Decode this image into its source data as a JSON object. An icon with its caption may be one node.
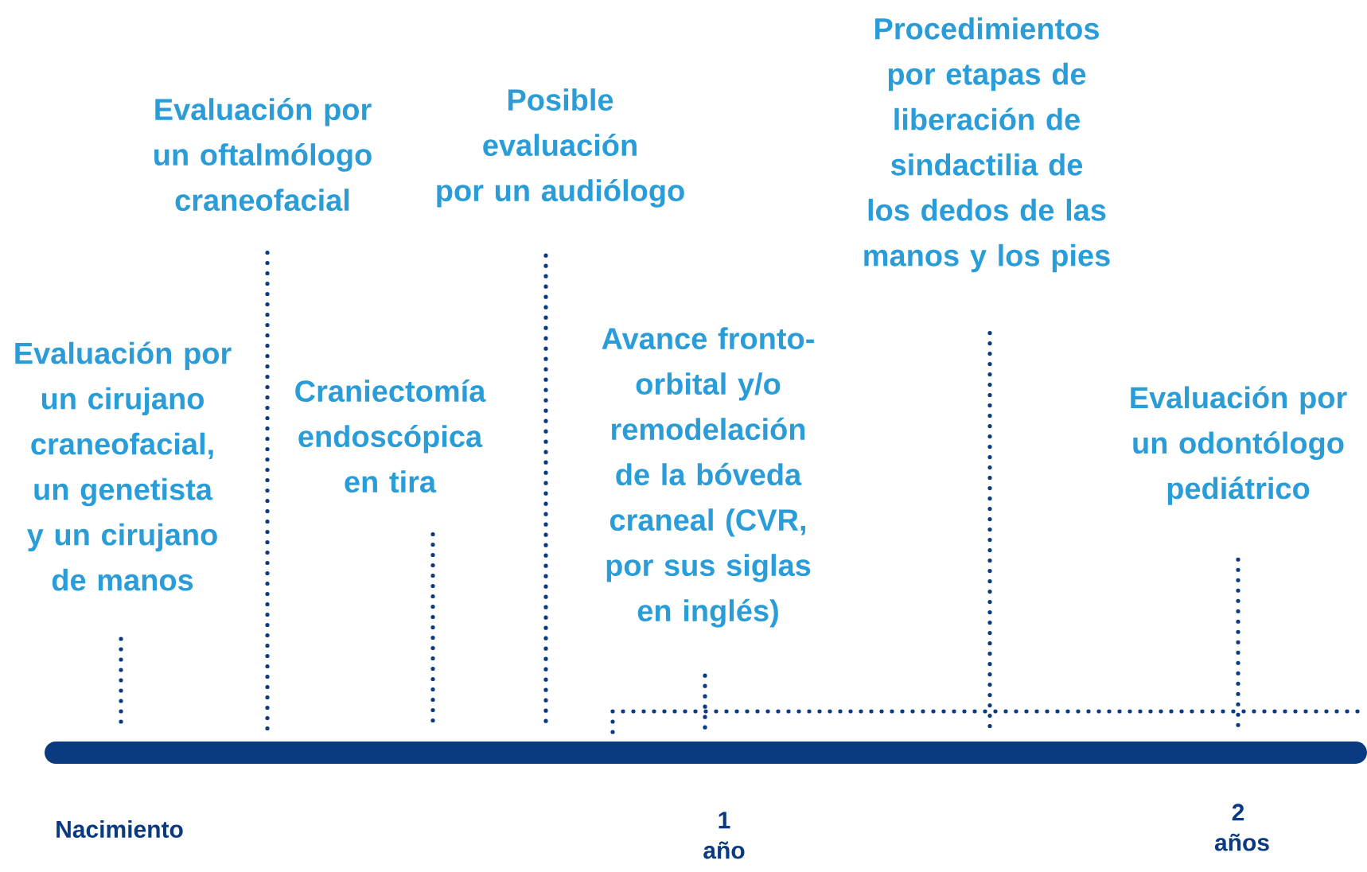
{
  "diagram": {
    "nodes": [
      {
        "text": [
          "Evaluación por un cirujano craneofacial, un genetista y un cirujano de manos"
        ]
      },
      {
        "text": [
          "Evaluación por un oftalmólogo craneofacial"
        ]
      },
      {
        "text": [
          "Craniectomía endoscópica en tira"
        ]
      },
      {
        "text": [
          "Posible evaluación por un audiólogo"
        ]
      },
      {
        "text": [
          "Avance fronto-orbital y/o remodelación de la bóveda craneal (CVR, por sus siglas en inglés)"
        ]
      },
      {
        "text": [
          "Procedimientos por etapas de liberación de sindactilia de los dedos de las manos y los pies"
        ]
      },
      {
        "text": [
          "Evaluación por un odontólogo pediátrico"
        ]
      },
      {
        "text": [],
        "shape": "bar"
      }
    ],
    "edges": [
      {
        "from": 0,
        "to": 7,
        "arrow": "none"
      },
      {
        "from": 1,
        "to": 7,
        "arrow": "none"
      },
      {
        "from": 2,
        "to": 7,
        "arrow": "none"
      },
      {
        "from": 3,
        "to": 7,
        "arrow": "none"
      },
      {
        "from": 4,
        "to": 7,
        "arrow": "none"
      },
      {
        "from": 5,
        "to": 7,
        "arrow": "none"
      },
      {
        "from": 6,
        "to": 7,
        "arrow": "none"
      }
    ],
    "labels": [
      "Nacimiento",
      "1 año",
      "2 años"
    ]
  }
}
